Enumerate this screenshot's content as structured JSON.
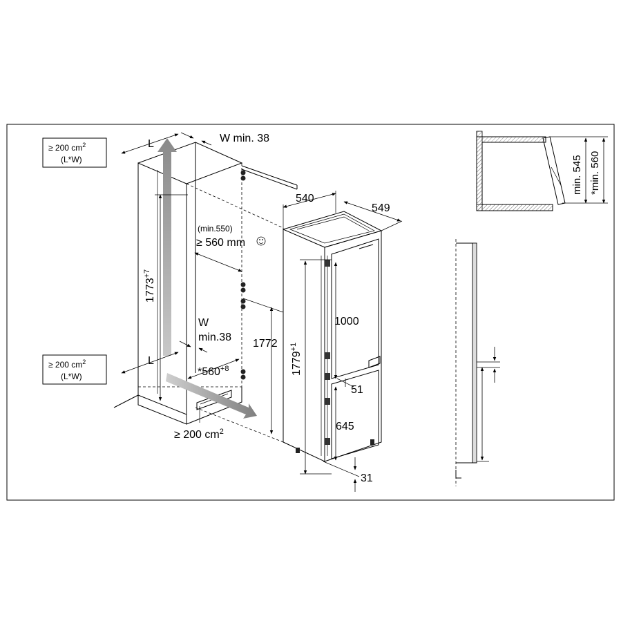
{
  "labels": {
    "vent_top_area": "≥ 200 cm",
    "vent_top_area_sup": "2",
    "vent_top_lw": "(L*W)",
    "vent_bottom_area": "≥ 200 cm",
    "vent_bottom_area_sup": "2",
    "vent_bottom_lw": "(L*W)",
    "vent_floor_area": "≥ 200 cm",
    "vent_floor_area_sup": "2",
    "L_top": "L",
    "L_bottom": "L",
    "w_min_top": "W min. 38",
    "w_label_mid": "W",
    "w_min_mid": "min.38",
    "niche_height": "1773",
    "niche_height_tol": "+7",
    "niche_depth_min": "(min.550)",
    "niche_depth": "≥ 560 mm",
    "niche_width": "*560",
    "niche_width_tol": "+8",
    "appliance_height_door": "1772",
    "appliance_height": "1779",
    "appliance_height_tol": "+1",
    "depth_540": "540",
    "width_549": "549",
    "upper_door": "1000",
    "gap_51": "51",
    "lower_door": "645",
    "bottom_31": "31",
    "side_min_545": "min. 545",
    "side_min_560": "*min. 560"
  }
}
